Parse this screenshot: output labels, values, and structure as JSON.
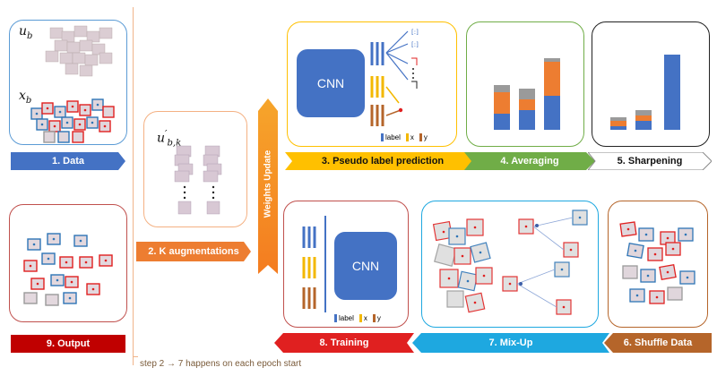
{
  "panels": {
    "data": {
      "label": "1. Data",
      "math_u": "u",
      "math_u_sub": "b",
      "math_x": "x",
      "math_x_sub": "b"
    },
    "augment": {
      "label": "2. K augmentations",
      "math_u": "u",
      "math_u_sup": "′",
      "math_u_sub": "b,k"
    },
    "pseudo": {
      "label": "3. Pseudo label prediction",
      "cnn": "CNN"
    },
    "averaging": {
      "label": "4. Averaging"
    },
    "sharpening": {
      "label": "5. Sharpening"
    },
    "shuffle": {
      "label": "6. Shuffle Data"
    },
    "mixup": {
      "label": "7. Mix-Up"
    },
    "training": {
      "label": "8. Training",
      "cnn": "CNN"
    },
    "output": {
      "label": "9. Output"
    }
  },
  "weights_update": "Weights Update",
  "legend": {
    "label": "label",
    "x": "x",
    "y": "y"
  },
  "footnote": "step 2 → 7 happens on each epoch start",
  "colors": {
    "blue": "#4472c4",
    "yellow": "#f3b800",
    "brown": "#b5652a",
    "green": "#70ad47",
    "orange": "#f07b26",
    "red": "#e02020",
    "cyan": "#1ea8e0",
    "gray": "#9a9a9a",
    "navy": "#3d5fa8"
  }
}
